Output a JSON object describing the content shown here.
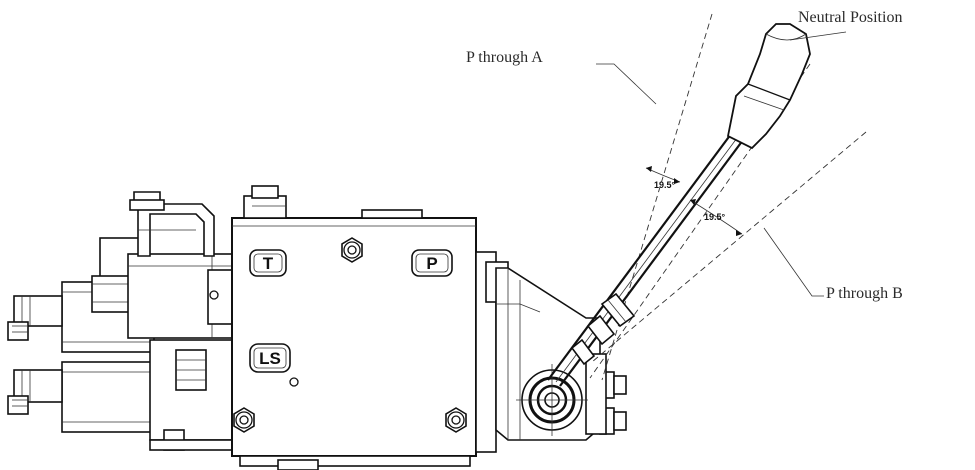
{
  "callouts": {
    "neutral_position": "Neutral Position",
    "p_through_a": "P through A",
    "p_through_b": "P through B"
  },
  "ports": {
    "tank": "T",
    "pressure": "P",
    "load_sense": "LS"
  },
  "angles": {
    "upper": "19.5°",
    "lower": "19.5°"
  }
}
